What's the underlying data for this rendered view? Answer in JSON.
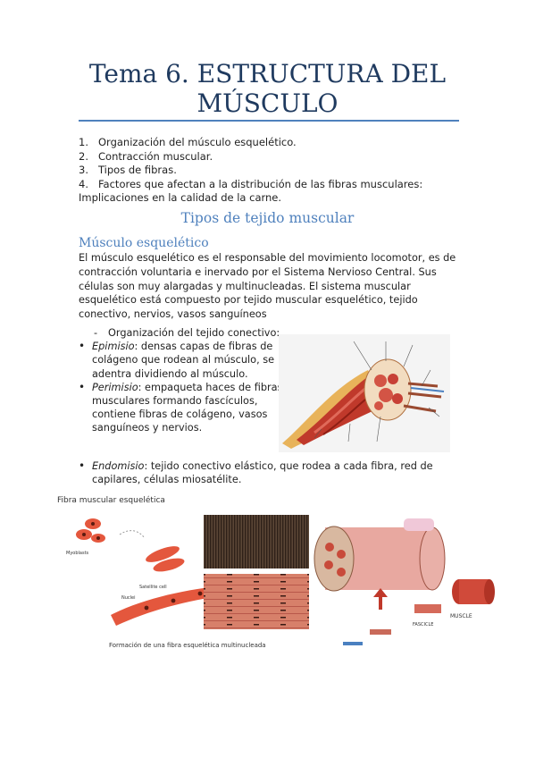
{
  "title": {
    "line1": "Tema 6. ESTRUCTURA DEL",
    "line2": "MÚSCULO"
  },
  "toc": [
    {
      "num": "1.",
      "text": "Organización del músculo esquelético."
    },
    {
      "num": "2.",
      "text": "Contracción muscular."
    },
    {
      "num": "3.",
      "text": "Tipos de fibras."
    },
    {
      "num": "4.",
      "text": "Factores que afectan a la distribución de las fibras musculares:"
    }
  ],
  "toc_continuation": "Implicaciones en la calidad de la carne.",
  "section_title": "Tipos de tejido muscular",
  "subsection_title": "Músculo esquelético",
  "paragraph": "El músculo esquelético es el responsable del movimiento locomotor, es de contracción voluntaria e inervado por el Sistema Nervioso Central. Sus células son muy alargadas y multinucleadas. El sistema muscular esquelético está compuesto por tejido muscular esquelético, tejido conectivo, nervios, vasos sanguíneos",
  "dash_item": "Organización del tejido conectivo:",
  "bullets": [
    {
      "term": "Epimisio",
      "text": ": densas capas de fibras de colágeno que rodean al músculo, se adentra dividiendo al músculo."
    },
    {
      "term": "Perimisio",
      "text": ": empaqueta haces de fibras musculares formando fascículos, contiene fibras de colágeno, vasos sanguíneos y nervios."
    }
  ],
  "endomisio": {
    "term": "Endomisio",
    "text": ": tejido conectivo elástico, que rodea a cada fibra, red de capilares, células miosatélite."
  },
  "figure_bottom": {
    "heading": "Fibra muscular esquelética",
    "caption": "Formación de una fibra esquelética multinucleada",
    "label_myoblasts": "Myoblasts",
    "label_satellite": "Satellite cell",
    "label_nuclei": "Nuclei",
    "label_muscle": "MUSCLE",
    "label_fascicle": "FASCICLE"
  },
  "colors": {
    "title": "#1f3a5f",
    "accent": "#4f81bd",
    "figure_heading": "#c0392b",
    "muscle_red": "#c0392b",
    "tendon": "#e8d8a8"
  }
}
